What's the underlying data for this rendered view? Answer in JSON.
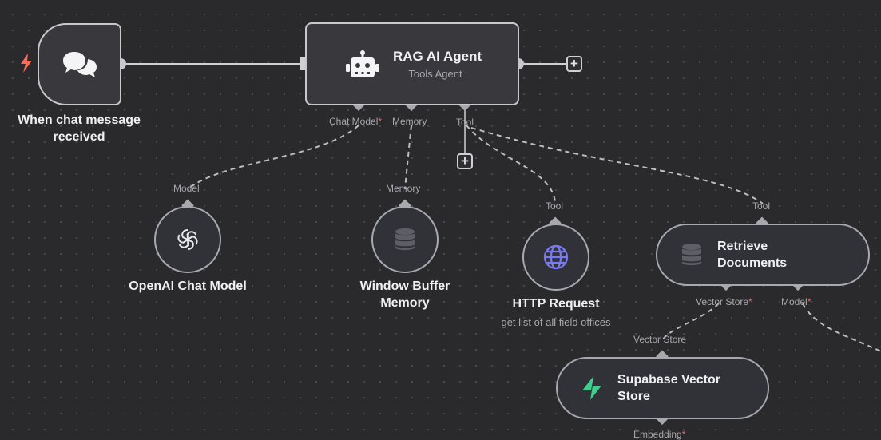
{
  "nodes": {
    "chat_trigger": {
      "title": "When chat message received"
    },
    "agent": {
      "title": "RAG AI Agent",
      "subtitle": "Tools Agent"
    },
    "openai": {
      "title": "OpenAI Chat Model"
    },
    "memory": {
      "title": "Window Buffer Memory"
    },
    "http": {
      "title": "HTTP Request",
      "subtitle": "get list of all field offices"
    },
    "retrieve": {
      "title": "Retrieve Documents"
    },
    "supabase": {
      "title": "Supabase Vector Store"
    }
  },
  "ports": {
    "agent_chat_model": "Chat Model",
    "agent_memory": "Memory",
    "agent_tool": "Tool",
    "openai_model": "Model",
    "memory_memory": "Memory",
    "http_tool": "Tool",
    "retrieve_tool": "Tool",
    "retrieve_vector_store": "Vector Store",
    "retrieve_model": "Model",
    "supabase_vector_store": "Vector Store",
    "supabase_embedding": "Embedding"
  },
  "required_mark": "*",
  "add_label": "+",
  "colors": {
    "canvas": "#2a2a2d",
    "trigger_bolt": "#ff6d5a",
    "http_globe": "#7b7bf0",
    "supabase_bolt": "#3ecf8e",
    "required": "#ff5d5d"
  },
  "icons": {
    "trigger": "lightning-bolt-icon",
    "chat": "chat-bubbles-icon",
    "agent": "robot-icon",
    "openai": "openai-logo-icon",
    "memory": "database-icon",
    "http": "globe-icon",
    "retrieve": "database-icon",
    "supabase": "supabase-logo-icon"
  }
}
